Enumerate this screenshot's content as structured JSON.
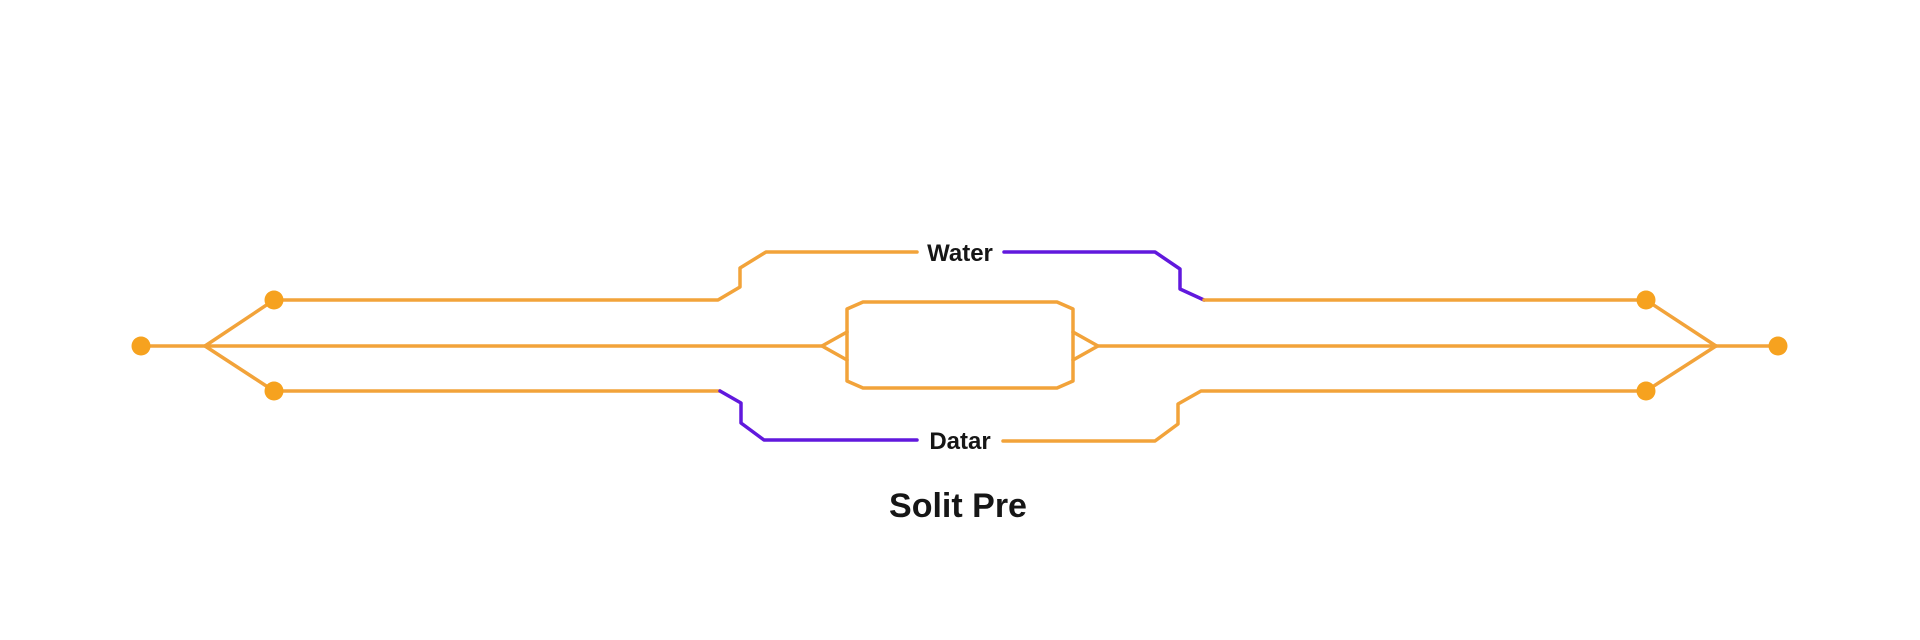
{
  "diagram": {
    "title": "Solit Pre",
    "top_branch_label": "Water",
    "bottom_branch_label": "Datar"
  },
  "colors": {
    "line-orange": "#F2A33A",
    "node-orange": "#F6A21F",
    "accent-purple": "#6118DD",
    "text-black": "#161616",
    "background": "#FFFFFF"
  }
}
